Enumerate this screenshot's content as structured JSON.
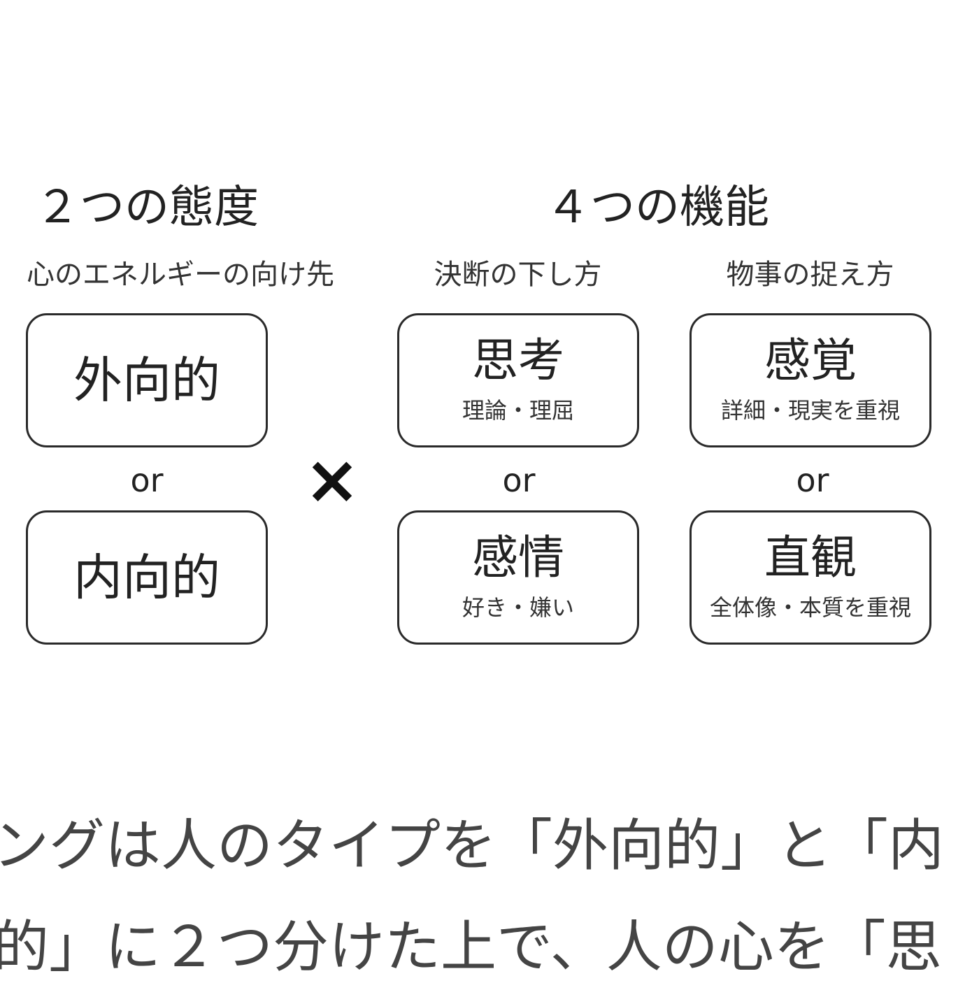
{
  "attitudes": {
    "heading": "２つの態度",
    "subtitle": "心のエネルギーの向け先",
    "options": [
      "外向的",
      "内向的"
    ],
    "or_label": "or"
  },
  "multiply_symbol": "×",
  "functions": {
    "heading": "４つの機能",
    "judging": {
      "subtitle": "決断の下し方",
      "options": [
        {
          "title": "思考",
          "note": "理論・理屈"
        },
        {
          "title": "感情",
          "note": "好き・嫌い"
        }
      ],
      "or_label": "or"
    },
    "perceiving": {
      "subtitle": "物事の捉え方",
      "options": [
        {
          "title": "感覚",
          "note": "詳細・現実を重視"
        },
        {
          "title": "直観",
          "note": "全体像・本質を重視"
        }
      ],
      "or_label": "or"
    }
  },
  "body_text": {
    "line1": "ングは人のタイプを「外向的」と「内",
    "line2": "的」に２つ分けた上で、人の心を「思"
  }
}
